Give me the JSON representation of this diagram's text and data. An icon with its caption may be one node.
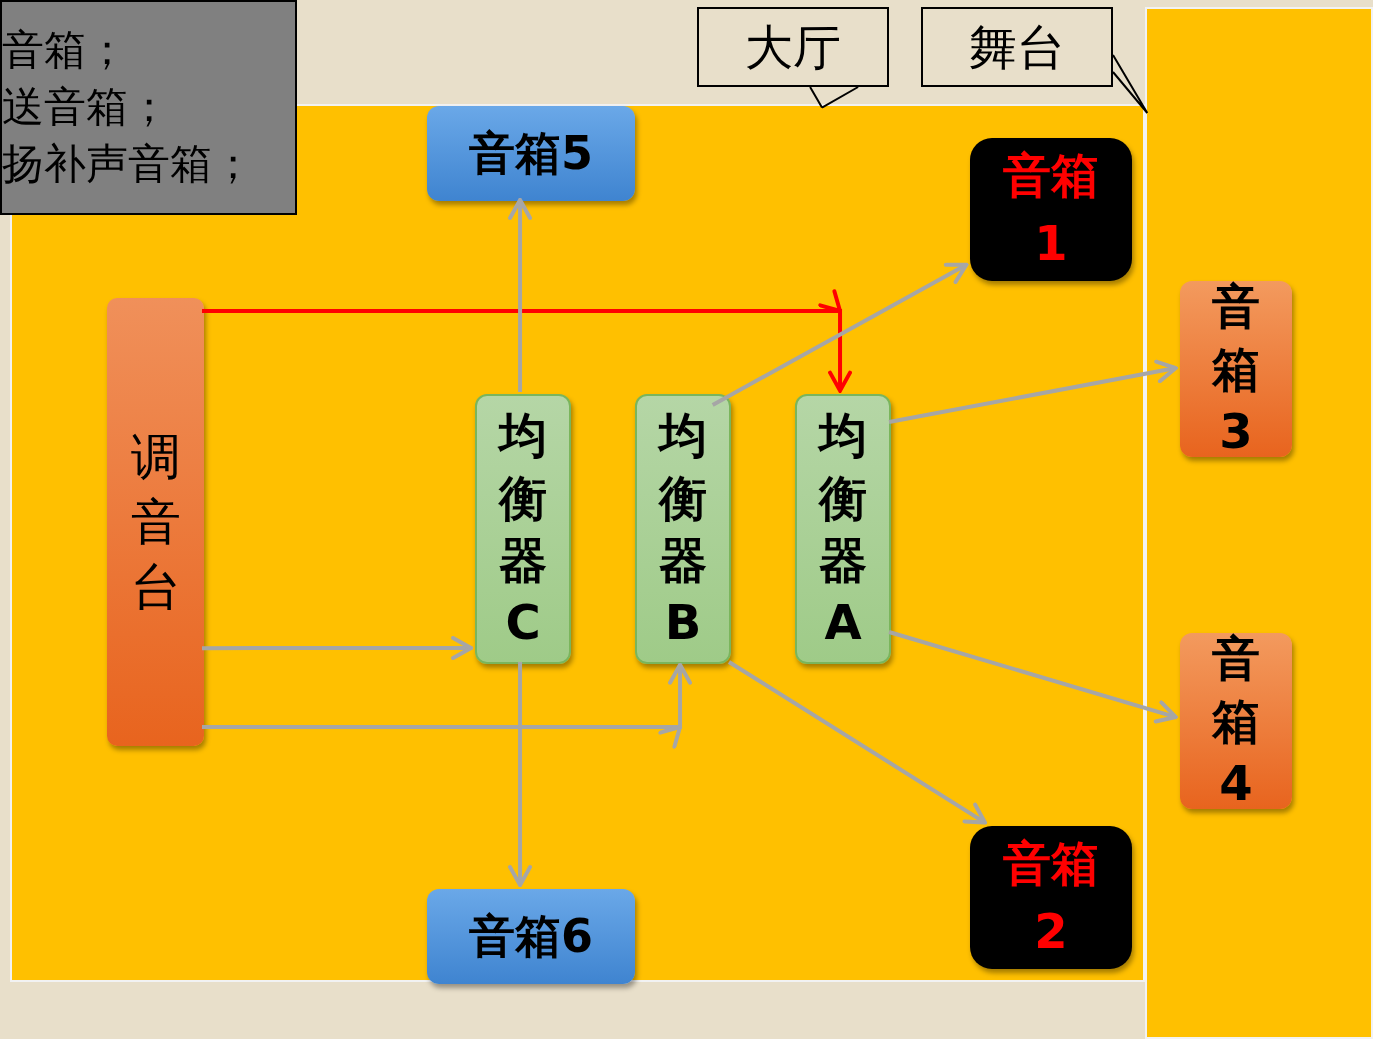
{
  "diagram": {
    "nodes": [
      {
        "text": [
          "音箱；",
          "送音箱；",
          "扬补声音箱；"
        ]
      },
      {
        "text": [
          "大厅"
        ]
      },
      {
        "text": [
          "舞台"
        ]
      },
      {
        "text": [],
        "shape": "box"
      },
      {
        "text": [],
        "shape": "box"
      },
      {
        "text": [
          "调音台"
        ],
        "in": 3
      },
      {
        "text": [
          "音箱5"
        ],
        "in": 3
      },
      {
        "text": [
          "音箱1"
        ],
        "in": 3
      },
      {
        "text": [
          "均衡器C"
        ],
        "in": 3
      },
      {
        "text": [
          "均衡器B"
        ],
        "in": 3
      },
      {
        "text": [
          "均衡器A"
        ],
        "in": 3
      },
      {
        "text": [
          "音箱6"
        ],
        "in": 3
      },
      {
        "text": [
          "音箱2"
        ],
        "in": 3
      },
      {
        "text": [
          "音箱3"
        ],
        "in": 4
      },
      {
        "text": [
          "音箱4"
        ],
        "in": 4
      }
    ],
    "edges": [
      {
        "from": 1,
        "to": 3,
        "arrow": "none",
        "color": "#000000"
      },
      {
        "from": 2,
        "to": 4,
        "arrow": "none",
        "color": "#000000"
      },
      {
        "from": 5,
        "to": 10,
        "arrow": "to",
        "color": "#ff0000"
      },
      {
        "from": 5,
        "to": 8,
        "arrow": "to"
      },
      {
        "from": 5,
        "to": 9,
        "arrow": "to"
      },
      {
        "from": 8,
        "to": 6,
        "arrow": "to"
      },
      {
        "from": 8,
        "to": 11,
        "arrow": "to"
      },
      {
        "from": 9,
        "to": 7,
        "arrow": "to"
      },
      {
        "from": 9,
        "to": 12,
        "arrow": "to"
      },
      {
        "from": 10,
        "to": 13,
        "arrow": "to"
      },
      {
        "from": 10,
        "to": 14,
        "arrow": "to"
      }
    ]
  }
}
